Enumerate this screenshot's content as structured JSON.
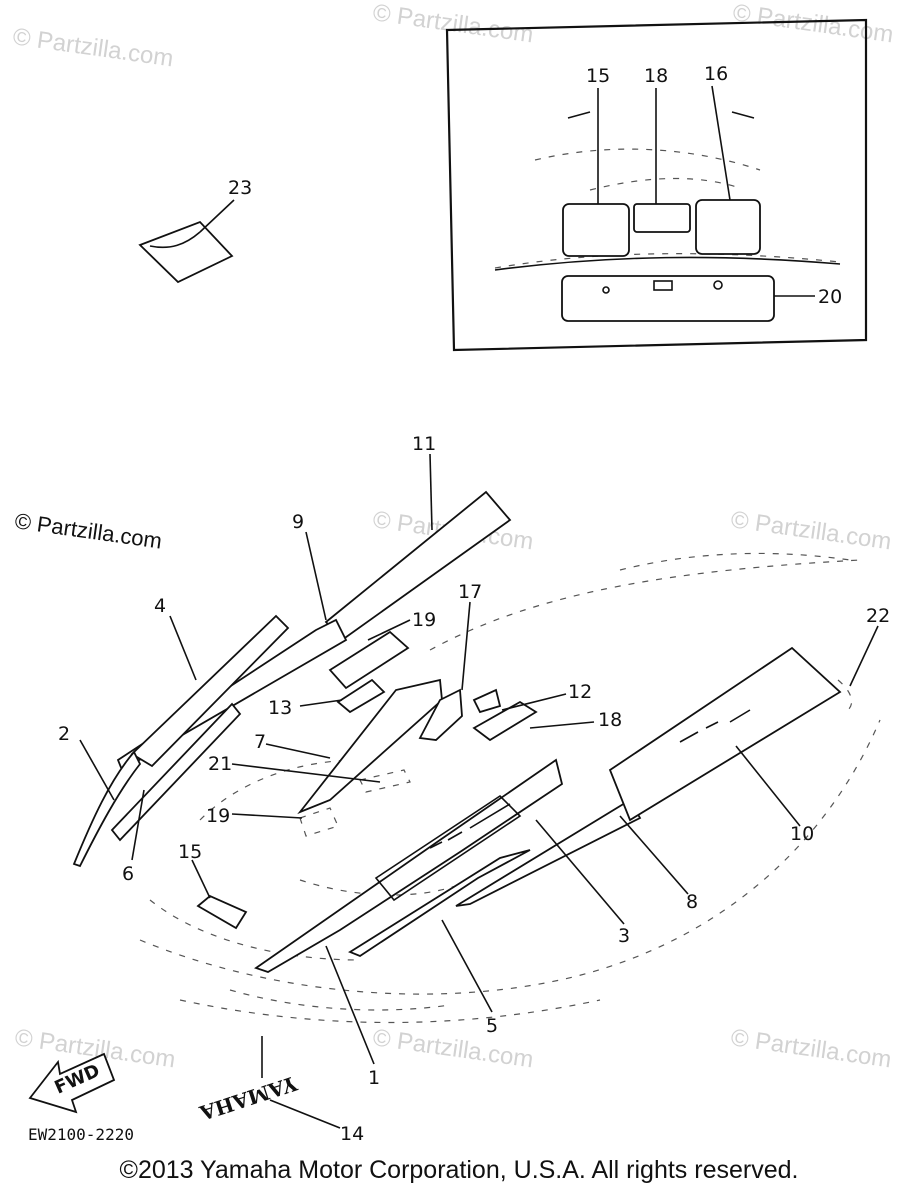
{
  "watermarks": [
    {
      "id": "wm-top-left",
      "text": "© Partzilla.com"
    },
    {
      "id": "wm-top-mid",
      "text": "© Partzilla.com"
    },
    {
      "id": "wm-top-right",
      "text": "© Partzilla.com"
    },
    {
      "id": "wm-left",
      "text": "© Partzilla.com"
    },
    {
      "id": "wm-center",
      "text": "© Partzilla.com"
    },
    {
      "id": "wm-right",
      "text": "© Partzilla.com"
    },
    {
      "id": "wm-bottom-left",
      "text": "© Partzilla.com"
    },
    {
      "id": "wm-bottom-mid",
      "text": "© Partzilla.com"
    },
    {
      "id": "wm-bottom-right",
      "text": "© Partzilla.com"
    }
  ],
  "callouts": {
    "inset": [
      "15",
      "18",
      "16",
      "20"
    ],
    "c23": "23",
    "main": [
      "11",
      "9",
      "4",
      "19",
      "17",
      "22",
      "12",
      "13",
      "18",
      "7",
      "2",
      "21",
      "19",
      "6",
      "15",
      "10",
      "3",
      "8",
      "5",
      "1",
      "14"
    ]
  },
  "decal_text": {
    "fwd": "FWD",
    "yamaha": "YAMAHA"
  },
  "reference_code": "EW2100-2220",
  "copyright": "©2013  Yamaha Motor Corporation, U.S.A. All rights reserved."
}
